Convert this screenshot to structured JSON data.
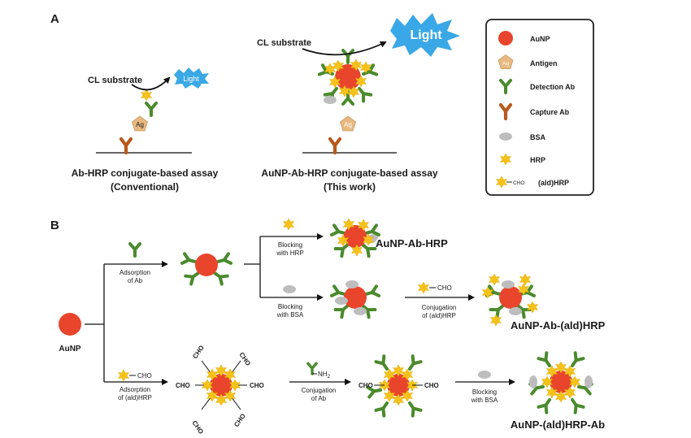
{
  "panel_a": {
    "letter": "A",
    "left": {
      "substrate": "CL substrate",
      "light": "Light",
      "antigen": "Ag",
      "caption_line1": "Ab-HRP conjugate-based assay",
      "caption_line2": "(Conventional)"
    },
    "right": {
      "substrate": "CL substrate",
      "light": "Light",
      "antigen": "Ag",
      "caption_line1": "AuNP-Ab-HRP conjugate-based assay",
      "caption_line2": "(This work)"
    }
  },
  "legend": {
    "items": [
      {
        "label": "AuNP",
        "icon": "aunp",
        "color": "#e8452c"
      },
      {
        "label": "Antigen",
        "icon": "antigen",
        "color": "#e8b980",
        "glyph": "Ag"
      },
      {
        "label": "Detection Ab",
        "icon": "detection-ab",
        "color": "#4a8a2c"
      },
      {
        "label": "Capture Ab",
        "icon": "capture-ab",
        "color": "#b8581c"
      },
      {
        "label": "BSA",
        "icon": "bsa",
        "color": "#bdbdbd"
      },
      {
        "label": "HRP",
        "icon": "hrp",
        "color": "#f5c21b"
      },
      {
        "label": "(ald)HRP",
        "icon": "ald-hrp",
        "color": "#f5c21b",
        "tag": "CHO"
      }
    ]
  },
  "panel_b": {
    "letter": "B",
    "start_label": "AuNP",
    "adsorption_ab_line1": "Adsorption",
    "adsorption_ab_line2": "of Ab",
    "blocking_hrp_line1": "Blocking",
    "blocking_hrp_line2": "with HRP",
    "product_1": "AuNP-Ab-HRP",
    "blocking_bsa_line1": "Blocking",
    "blocking_bsa_line2": "with BSA",
    "reagent_cho": "CHO",
    "conjugation_ald_line1": "Conjugation",
    "conjugation_ald_line2": "of (ald)HRP",
    "product_2": "AuNP-Ab-(ald)HRP",
    "adsorption_ald_line1": "Adsorption",
    "adsorption_ald_line2": "of (ald)HRP",
    "cho": "CHO",
    "nh2": "NH",
    "nh2_sub": "2",
    "conjugation_ab_line1": "Conjugation",
    "conjugation_ab_line2": "of Ab",
    "blocking_bsa2_line1": "Blocking",
    "blocking_bsa2_line2": "with BSA",
    "product_3": "AuNP-(ald)HRP-Ab"
  }
}
